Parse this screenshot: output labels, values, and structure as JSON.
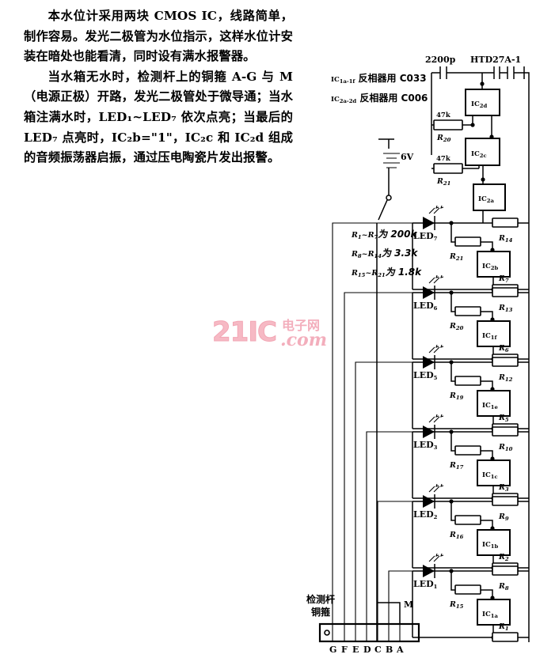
{
  "article": {
    "paragraphs": [
      "本水位计采用两块 CMOS IC，线路简单，制作容易。发光二极管为水位指示，这样水位计安装在暗处也能看清，同时设有满水报警器。",
      "当水箱无水时，检测杆上的铜箍 A-G 与 M（电源正极）开路，发光二极管处于微导通；当水箱注满水时，LED₁~LED₇ 依次点亮；当最后的 LED₇ 点亮时，IC₂b=\"1\"，IC₂c 和 IC₂d 组成的音频振荡器启振，通过压电陶瓷片发出报警。"
    ]
  },
  "watermark": {
    "brand": "21IC",
    "cn": "电子网",
    "domain": ".com",
    "color": "#f3aebc"
  },
  "circuit": {
    "notes": [
      {
        "id": "note-ic1",
        "text": "IC",
        "sub": "1a-1f",
        "rest": " 反相器用 C033"
      },
      {
        "id": "note-ic2",
        "text": "IC",
        "sub": "2a-2d",
        "rest": " 反相器用 C006"
      }
    ],
    "resistor_notes": [
      {
        "prefix": "R",
        "sub1": "1",
        "mid": "~R",
        "sub2": "7",
        "suffix": "为 200k"
      },
      {
        "prefix": "R",
        "sub1": "8",
        "mid": "~R",
        "sub2": "14",
        "suffix": "为 3.3k"
      },
      {
        "prefix": "R",
        "sub1": "15",
        "mid": "~R",
        "sub2": "21",
        "suffix": "为 1.8k"
      }
    ],
    "components": {
      "capacitor": "2200p",
      "buzzer": "HTD27A-1",
      "battery": "6V",
      "r20": "47k",
      "r21": "47k",
      "r20_label": "R",
      "r20_sub": "20",
      "r21_label": "R",
      "r21_sub": "21"
    },
    "osc_ics": [
      {
        "name": "IC",
        "sub": "2d"
      },
      {
        "name": "IC",
        "sub": "2c"
      },
      {
        "name": "IC",
        "sub": "2a"
      }
    ],
    "rows": [
      {
        "led": "LED",
        "led_sub": "7",
        "ic": "IC",
        "ic_sub": "2b",
        "r_series": "R",
        "r_series_sub": "21",
        "r_top": "R",
        "r_top_sub": "14",
        "r_right": "R",
        "r_right_sub": "7"
      },
      {
        "led": "LED",
        "led_sub": "6",
        "ic": "IC",
        "ic_sub": "1f",
        "r_series": "R",
        "r_series_sub": "20",
        "r_top": "R",
        "r_top_sub": "13",
        "r_right": "R",
        "r_right_sub": "6"
      },
      {
        "led": "LED",
        "led_sub": "5",
        "ic": "IC",
        "ic_sub": "1e",
        "r_series": "R",
        "r_series_sub": "19",
        "r_top": "R",
        "r_top_sub": "12",
        "r_right": "R",
        "r_right_sub": "5"
      },
      {
        "led": "LED",
        "led_sub": "3",
        "ic": "IC",
        "ic_sub": "1c",
        "r_series": "R",
        "r_series_sub": "17",
        "r_top": "R",
        "r_top_sub": "10",
        "r_right": "R",
        "r_right_sub": "3"
      },
      {
        "led": "LED",
        "led_sub": "2",
        "ic": "IC",
        "ic_sub": "1b",
        "r_series": "R",
        "r_series_sub": "16",
        "r_top": "R",
        "r_top_sub": "9",
        "r_right": "R",
        "r_right_sub": "2"
      },
      {
        "led": "LED",
        "led_sub": "1",
        "ic": "IC",
        "ic_sub": "1a",
        "r_series": "R",
        "r_series_sub": "15",
        "r_top": "R",
        "r_top_sub": "8",
        "r_right": "R",
        "r_right_sub": "1"
      }
    ],
    "probe": {
      "label_line1": "检测杆",
      "label_line2": "铜箍",
      "node_m": "M",
      "terminals": [
        "G",
        "F",
        "E",
        "D",
        "C",
        "B",
        "A"
      ]
    }
  }
}
